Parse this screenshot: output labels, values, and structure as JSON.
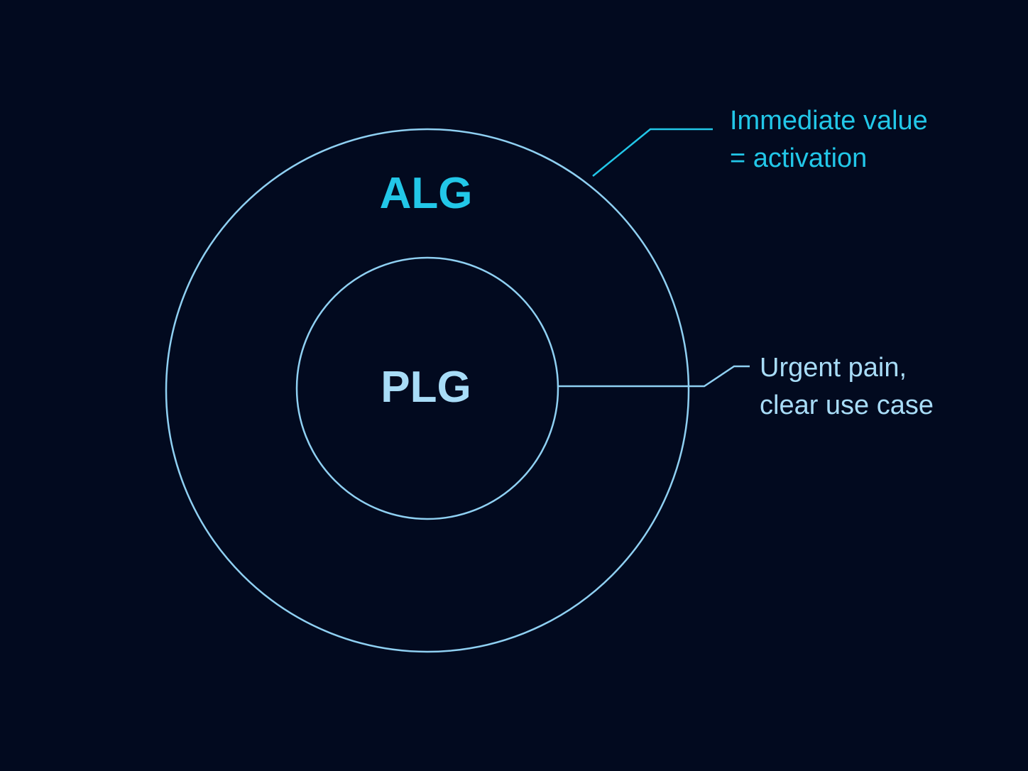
{
  "diagram": {
    "outer_ring_label": "ALG",
    "inner_ring_label": "PLG",
    "outer_callout": {
      "line1": "Immediate value",
      "line2": "= activation"
    },
    "inner_callout": {
      "line1": "Urgent pain,",
      "line2": "clear use case"
    }
  },
  "colors": {
    "background": "#020a1f",
    "ring_stroke": "#8fd0f2",
    "accent_cyan": "#22c7e8",
    "light_blue_text": "#a8dcf7"
  }
}
